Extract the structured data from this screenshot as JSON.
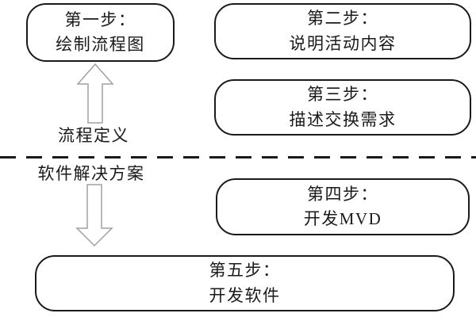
{
  "diagram": {
    "title_hint": "five-step process diagram",
    "boxes": [
      {
        "id": "step1",
        "line1": "第一步：",
        "line2": "绘制流程图"
      },
      {
        "id": "step2",
        "line1": "第二步：",
        "line2": "说明活动内容"
      },
      {
        "id": "step3",
        "line1": "第三步：",
        "line2": "描述交换需求"
      },
      {
        "id": "step4",
        "line1": "第四步：",
        "line2": "开发MVD"
      },
      {
        "id": "step5",
        "line1": "第五步：",
        "line2": "开发软件"
      }
    ],
    "labels": {
      "upper_zone": "流程定义",
      "lower_zone": "软件解决方案"
    },
    "icons": {
      "up_arrow": "hollow-block-arrow-up",
      "down_arrow": "hollow-block-arrow-down"
    },
    "colors": {
      "background": "#ffffff",
      "box_border": "#1a1a1a",
      "text": "#1a1a1a",
      "divider": "#1a1a1a",
      "arrow_outline": "#a0a0a0",
      "arrow_fill": "#ffffff"
    }
  }
}
